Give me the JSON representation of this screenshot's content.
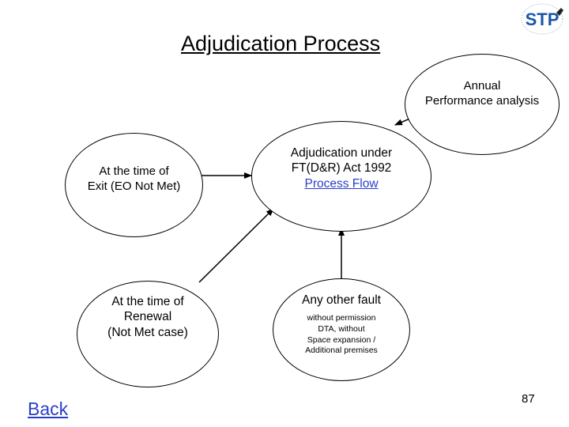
{
  "slide": {
    "title": "Adjudication Process",
    "page_number": "87",
    "back_label": "Back"
  },
  "nodes": {
    "annual": {
      "line1": "Annual",
      "line2": "Performance analysis"
    },
    "exit": {
      "line1": "At the time of",
      "line2": "Exit (EO Not Met)"
    },
    "adjudication": {
      "line1": "Adjudication under",
      "line2": "FT(D&R) Act 1992",
      "link": "Process Flow"
    },
    "renewal": {
      "line1": "At the time of",
      "line2": "Renewal",
      "line3": "(Not Met case)"
    },
    "other_fault": {
      "title": "Any other fault",
      "line1": "without permission",
      "line2": "DTA, without",
      "line3": "Space expansion /",
      "line4": "Additional premises"
    }
  },
  "logo": {
    "text": "STP"
  }
}
